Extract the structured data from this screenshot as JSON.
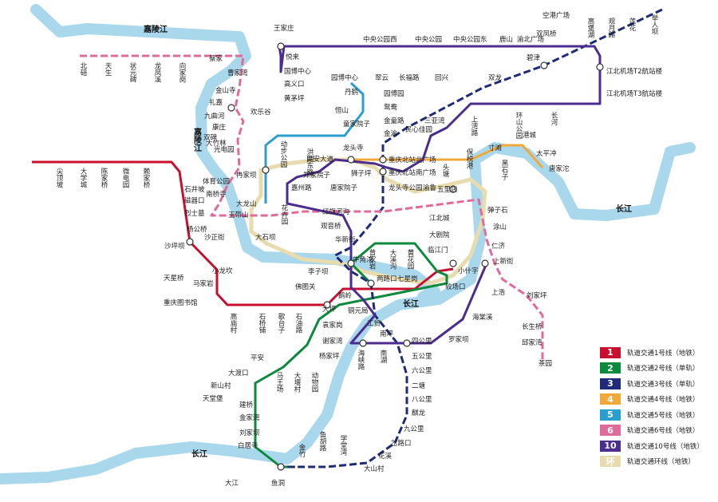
{
  "colors": {
    "river": "#a9d8ec",
    "loop": "#e8dcae",
    "line1": "#c8102e",
    "line2": "#0b8a3c",
    "line3": "#1f2b7a",
    "line4": "#f2a93b",
    "line5": "#2a9ecf",
    "line6": "#e06a9a",
    "line10": "#4b2c8f"
  },
  "rivers": {
    "jialing": "嘉陵江",
    "jialing_vertical": "嘉陵江",
    "changjiang_east": "长江",
    "changjiang_mid": "长江",
    "changjiang_west": "长江"
  },
  "legend": [
    {
      "num": "1",
      "text": "轨道交通1号线（地铁）",
      "color": "#c8102e"
    },
    {
      "num": "2",
      "text": "轨道交通2号线（单轨）",
      "color": "#0b8a3c"
    },
    {
      "num": "3",
      "text": "轨道交通3号线（单轨）",
      "color": "#1f2b7a"
    },
    {
      "num": "4",
      "text": "轨道交通4号线（地铁）",
      "color": "#f2a93b"
    },
    {
      "num": "5",
      "text": "轨道交通5号线（地铁）",
      "color": "#2a9ecf"
    },
    {
      "num": "6",
      "text": "轨道交通6号线（地铁）",
      "color": "#e06a9a"
    },
    {
      "num": "10",
      "text": "轨道交通10号线（地铁）",
      "color": "#4b2c8f"
    },
    {
      "num": "环",
      "text": "轨道交通环线（地铁）",
      "color": "#e8dcae"
    }
  ],
  "stations": [
    "空港广场",
    "高堡湖",
    "观月路",
    "莲花",
    "举人坝",
    "双凤桥",
    "碧津",
    "江北机场T2航站楼",
    "江北机场T3航站楼",
    "王家庄",
    "悦来",
    "国博中心",
    "高义口",
    "黄茅坪",
    "中央公园西",
    "中央公园",
    "中央公园东",
    "鹿山",
    "渝北广场",
    "园博中心",
    "翠云",
    "长福路",
    "回兴",
    "双龙",
    "园博园",
    "鸳鸯",
    "金童路",
    "金渝",
    "民心佳园",
    "三亚湾",
    "上湾路",
    "环山公园",
    "长河",
    "港城",
    "太平冲",
    "唐家沱",
    "北碚",
    "天生",
    "状元碑",
    "龙凤溪",
    "向家岗",
    "蔡家",
    "曹家湾",
    "金山寺",
    "礼嘉",
    "九曲河",
    "欢乐谷",
    "丹鹤",
    "恒山",
    "童家院子",
    "龙头寺",
    "民安大道",
    "狮子坪",
    "重庆北站北广场",
    "重庆北站南广场",
    "头塘",
    "保税港",
    "寸滩",
    "黑石子",
    "双碑",
    "康庄",
    "大竹林",
    "光电园",
    "动步公园",
    "洪湖东路",
    "红旗河沟",
    "嘉州路",
    "郑家院子",
    "唐家院子",
    "龙头寺公园",
    "渝鲁",
    "五里店",
    "尖顶坡",
    "大学城",
    "陈家桥",
    "微电园",
    "赖家桥",
    "体育公园",
    "南桥寺",
    "冉家坝",
    "磁器口",
    "石井坡",
    "烈士墓",
    "大龙山",
    "玉带山",
    "大石坝",
    "花卉园",
    "观音桥",
    "华新街",
    "杨公桥",
    "沙坪坝",
    "沙正街",
    "小龙坎",
    "马家岩",
    "天星桥",
    "重庆图书馆",
    "牛角沱",
    "曾家岩",
    "大溪沟",
    "黄花园",
    "临江门",
    "较场口",
    "小什字",
    "仁济",
    "上新街",
    "上浩",
    "江北城",
    "大剧院",
    "弹子石",
    "涂山",
    "刘家坪",
    "长生桥",
    "邱家湾",
    "茶园",
    "李子坝",
    "佛图关",
    "鹅岭",
    "两路口",
    "七星岗",
    "大坪",
    "铜元局",
    "石油路",
    "歇台子",
    "石桥铺",
    "高庙村",
    "袁家岗",
    "谢家湾",
    "杨家坪",
    "动物园",
    "大堰村",
    "马王场",
    "平安",
    "大渡口",
    "新山村",
    "天堂堡",
    "建桥",
    "金家湾",
    "刘家坝",
    "白居寺",
    "大江",
    "鱼洞",
    "金竹",
    "鱼胡路",
    "学堂湾",
    "大山村",
    "花溪",
    "岔路口",
    "九公里",
    "麒龙",
    "八公里",
    "二塘",
    "六公里",
    "五公里",
    "四公里",
    "南坪",
    "工贸",
    "海峡路",
    "南湖",
    "罗家坝",
    "海棠溪"
  ]
}
